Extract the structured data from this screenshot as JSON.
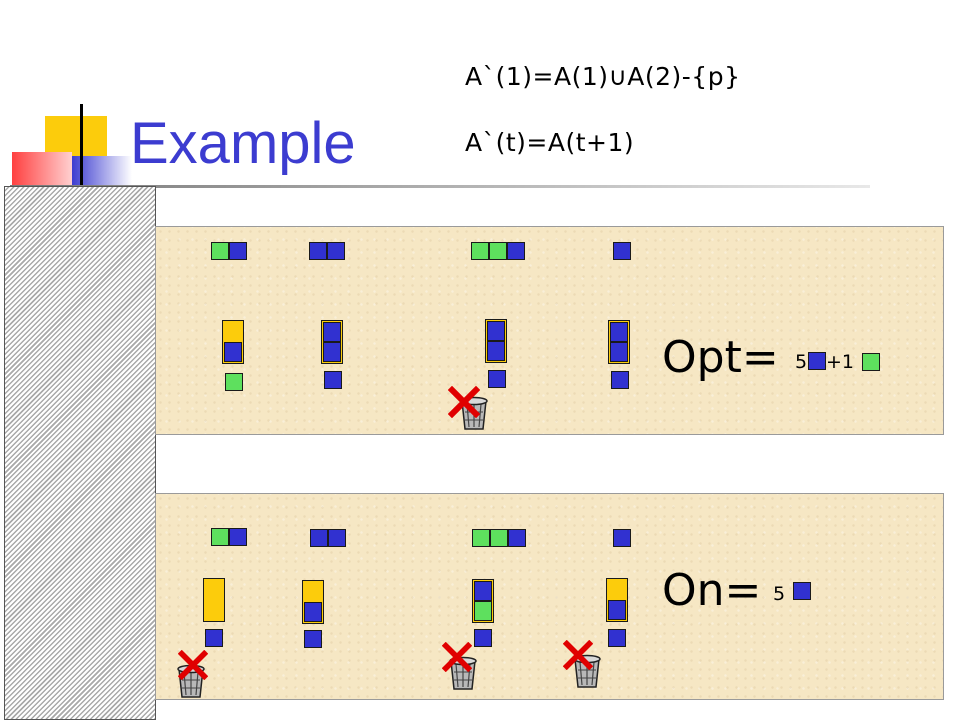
{
  "slide": {
    "title": "Example",
    "formula_1": "A`(1)=A(1)∪A(2)-{p}",
    "formula_2": "A`(t)=A(t+1)"
  },
  "opt_panel": {
    "label": "Opt=",
    "count_text": "5",
    "plus_text": "+1"
  },
  "on_panel": {
    "label": "On=",
    "count_text": "5"
  },
  "colors": {
    "title": "#3c3cd0",
    "blue_block": "#3131d0",
    "green_block": "#5ee05e",
    "yellow_block": "#fccc0c",
    "panel_bg": "#f6e7c4",
    "deco_yellow": "#fccc0c",
    "deco_red": "#ff5050",
    "deco_blue": "#3c3cd0"
  },
  "icons": [
    "trash-can-icon",
    "red-x-icon"
  ]
}
